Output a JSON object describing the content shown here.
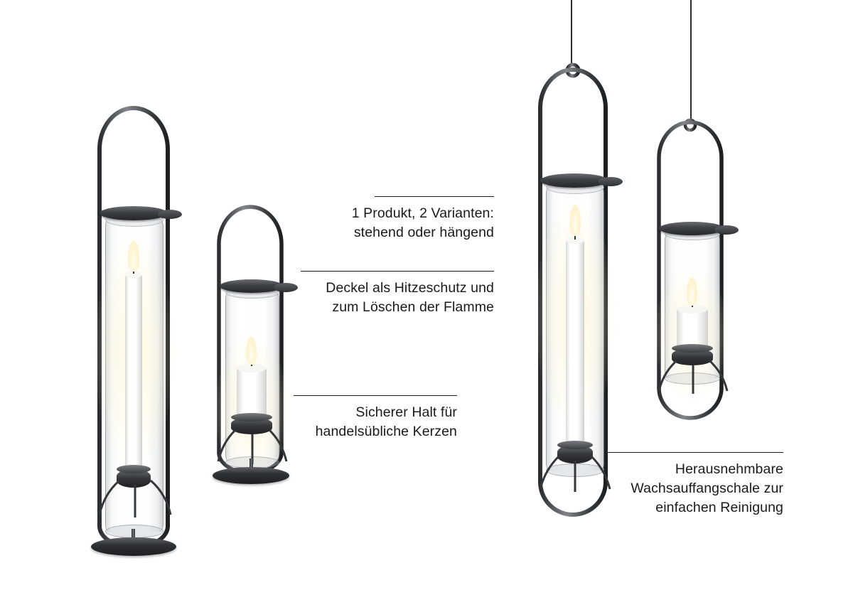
{
  "scene": {
    "background_color": "#ffffff",
    "accent_color": "#1a1a1a",
    "description": "Produktgrafik: Windlicht / Laterne in stehender und haengender Variante"
  },
  "annotations": [
    {
      "id": "variants",
      "text": "1 Produkt, 2 Varianten:\nstehend oder hängend",
      "align": "right"
    },
    {
      "id": "lid",
      "text": "Deckel als Hitzeschutz und\nzum Löschen der Flamme",
      "align": "right"
    },
    {
      "id": "hold",
      "text": "Sicherer Halt für\nhandelsübliche Kerzen",
      "align": "right"
    },
    {
      "id": "waxpan",
      "text": "Herausnehmbare\nWachsauffangschale zur\neinfachen Reinigung",
      "align": "right"
    }
  ],
  "objects": [
    {
      "id": "lantern-standing-tall",
      "label": "stehendes Windlicht gross",
      "candle": "Stabkerze"
    },
    {
      "id": "lantern-standing-small",
      "label": "stehendes Windlicht klein",
      "candle": "Stumpenkerze"
    },
    {
      "id": "lantern-hanging-tall",
      "label": "haengendes Windlicht gross",
      "candle": "Stabkerze"
    },
    {
      "id": "lantern-hanging-small",
      "label": "haengendes Windlicht klein",
      "candle": "Stumpenkerze"
    }
  ]
}
